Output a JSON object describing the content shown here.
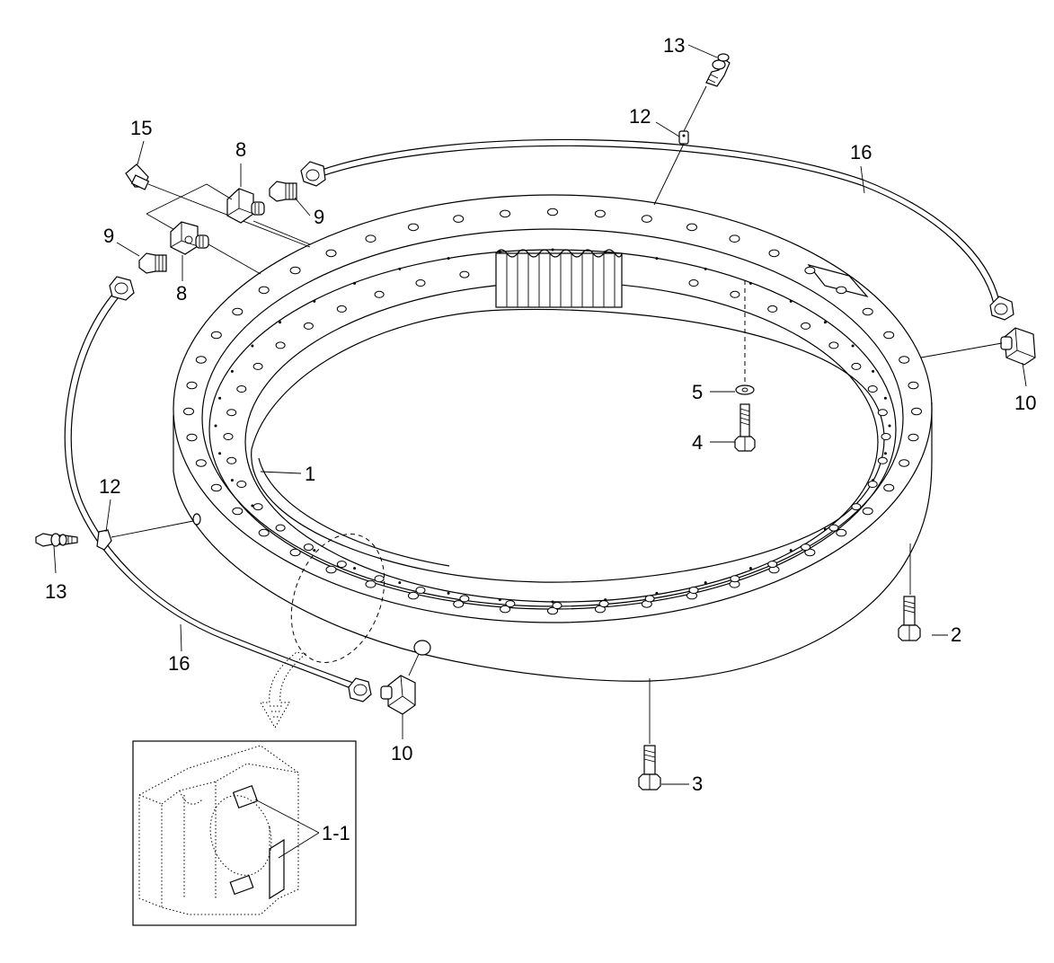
{
  "diagram": {
    "callouts": {
      "c1": "1",
      "c1_1": "1-1",
      "c2": "2",
      "c3": "3",
      "c4": "4",
      "c5": "5",
      "c8a": "8",
      "c8b": "8",
      "c9a": "9",
      "c9b": "9",
      "c10a": "10",
      "c10b": "10",
      "c12a": "12",
      "c12b": "12",
      "c13a": "13",
      "c13b": "13",
      "c15": "15",
      "c16a": "16",
      "c16b": "16"
    }
  }
}
